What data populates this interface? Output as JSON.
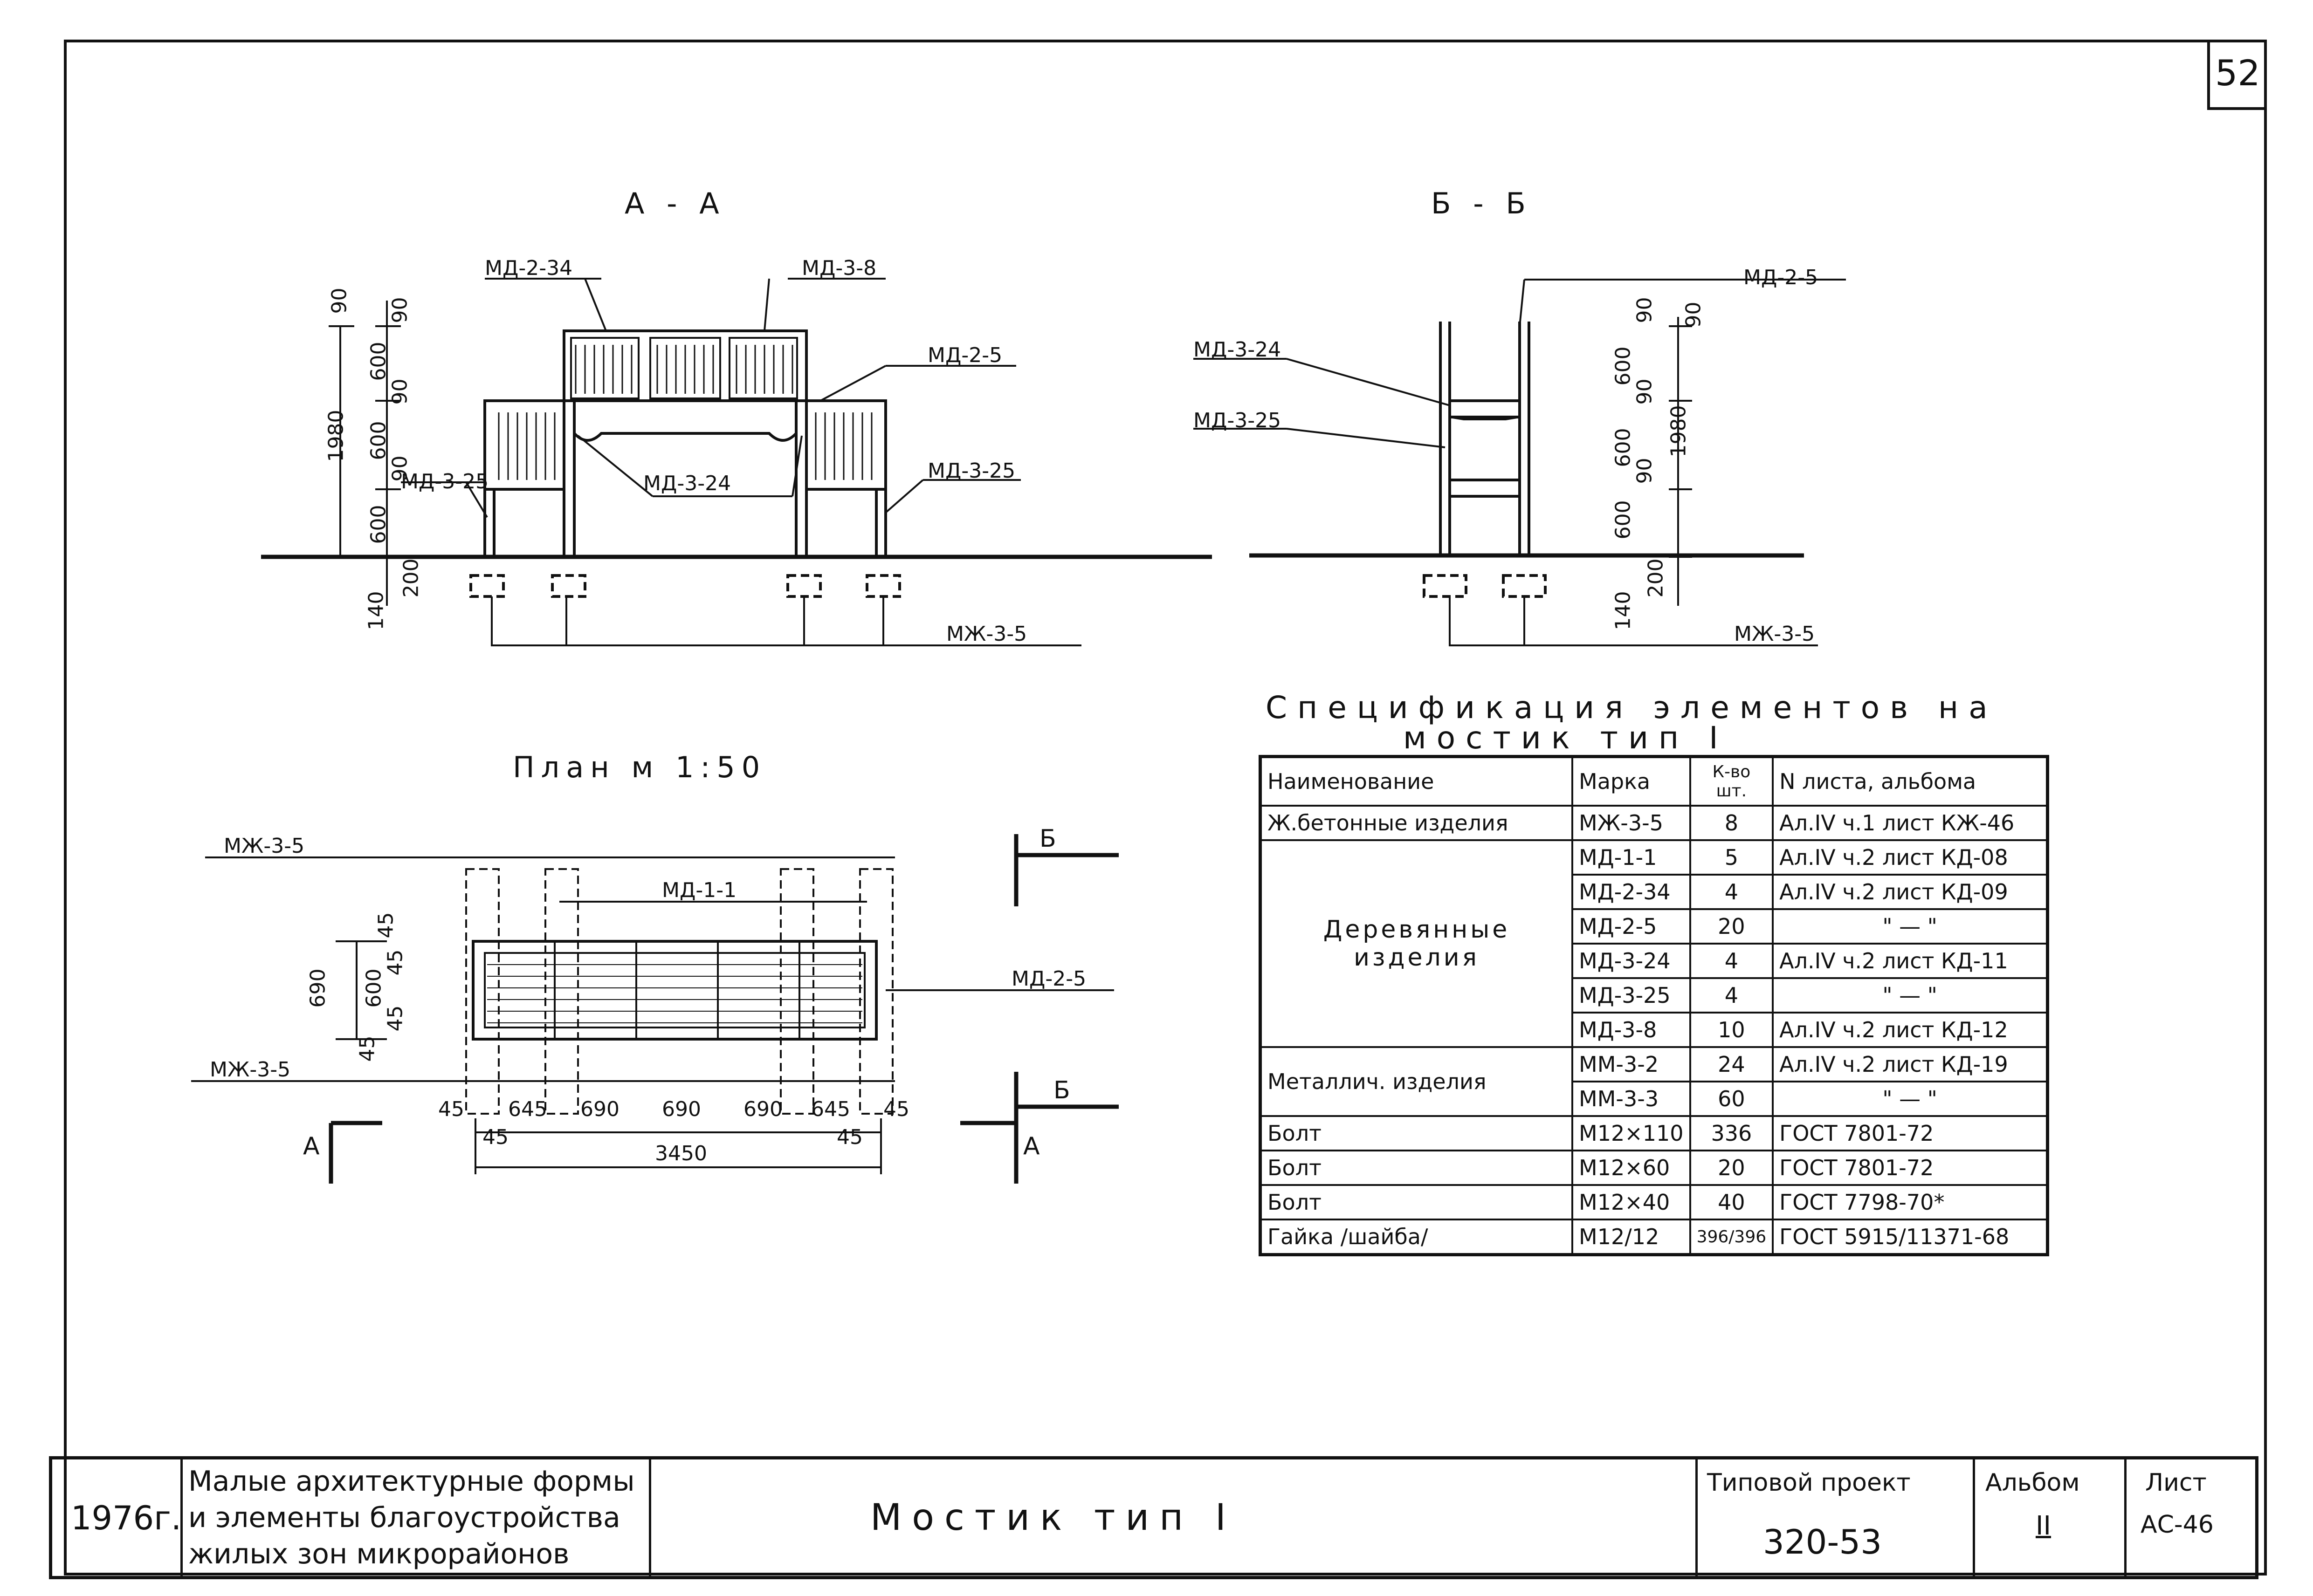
{
  "sheet_number": "52",
  "views": {
    "aa_title": "А - А",
    "bb_title": "Б - Б",
    "plan_title": "План  м 1:50"
  },
  "labels": {
    "md_2_34": "МД-2-34",
    "md_3_8": "МД-3-8",
    "md_2_5": "МД-2-5",
    "md_3_24": "МД-3-24",
    "md_3_25": "МД-3-25",
    "mzh_3_5": "МЖ-3-5",
    "md_1_1": "МД-1-1",
    "section_b": "Б",
    "section_a": "А"
  },
  "dimensions": {
    "d90": "90",
    "d600": "600",
    "d1980": "1980",
    "d200": "200",
    "d140": "140",
    "d45": "45",
    "d690": "690",
    "d645": "645",
    "d3450": "3450"
  },
  "spec": {
    "title_line1": "Спецификация элементов на",
    "title_line2": "мостик тип I",
    "headers": [
      "Наименование",
      "Марка",
      "К-во шт.",
      "N листа, альбома"
    ],
    "groups": [
      {
        "name": "Ж.бетонные изделия",
        "rows": [
          {
            "mark": "МЖ-3-5",
            "qty": "8",
            "ref": "Ал.IV ч.1 лист КЖ-46"
          }
        ]
      },
      {
        "name": "Деревянные изделия",
        "rows": [
          {
            "mark": "МД-1-1",
            "qty": "5",
            "ref": "Ал.IV ч.2 лист КД-08"
          },
          {
            "mark": "МД-2-34",
            "qty": "4",
            "ref": "Ал.IV ч.2 лист КД-09"
          },
          {
            "mark": "МД-2-5",
            "qty": "20",
            "ref": "\" — \""
          },
          {
            "mark": "МД-3-24",
            "qty": "4",
            "ref": "Ал.IV ч.2 лист КД-11"
          },
          {
            "mark": "МД-3-25",
            "qty": "4",
            "ref": "\" — \""
          },
          {
            "mark": "МД-3-8",
            "qty": "10",
            "ref": "Ал.IV ч.2 лист КД-12"
          }
        ]
      },
      {
        "name": "Металлич. изделия",
        "rows": [
          {
            "mark": "ММ-3-2",
            "qty": "24",
            "ref": "Ал.IV ч.2 лист КД-19"
          },
          {
            "mark": "ММ-3-3",
            "qty": "60",
            "ref": "\" — \""
          }
        ]
      },
      {
        "name": "Болт",
        "rows": [
          {
            "mark": "М12×110",
            "qty": "336",
            "ref": "ГОСТ 7801-72"
          }
        ]
      },
      {
        "name": "Болт",
        "rows": [
          {
            "mark": "М12×60",
            "qty": "20",
            "ref": "ГОСТ 7801-72"
          }
        ]
      },
      {
        "name": "Болт",
        "rows": [
          {
            "mark": "М12×40",
            "qty": "40",
            "ref": "ГОСТ 7798-70*"
          }
        ]
      },
      {
        "name": "Гайка /шайба/",
        "rows": [
          {
            "mark": "М12/12",
            "qty": "396/396",
            "ref": "ГОСТ 5915/11371-68"
          }
        ]
      }
    ]
  },
  "stamp": {
    "year": "1976г.",
    "subject_line1": "Малые архитектурные формы",
    "subject_line2": "и элементы благоустройства",
    "subject_line3": "жилых зон микрорайонов",
    "drawing_title": "Мостик  тип I",
    "project_label": "Типовой проект",
    "project_number": "320-53",
    "album_label": "Альбом",
    "album_value": "II",
    "sheet_label": "Лист",
    "sheet_value": "АС-46"
  }
}
